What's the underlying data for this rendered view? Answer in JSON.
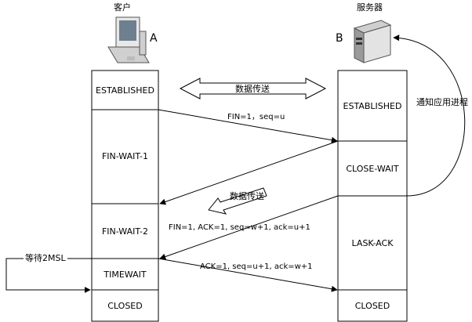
{
  "client": {
    "caption": "客户",
    "letter": "A",
    "states": [
      "ESTABLISHED",
      "FIN-WAIT-1",
      "FIN-WAIT-2",
      "TIMEWAIT",
      "CLOSED"
    ]
  },
  "server": {
    "caption": "服务器",
    "letter": "B",
    "states": [
      "ESTABLISHED",
      "CLOSE-WAIT",
      "LASK-ACK",
      "CLOSED"
    ]
  },
  "data_transfer_label": "数据传送",
  "data_transfer_label_2": "数据传送",
  "notify_label": "通知应用进程",
  "wait_label": "等待2MSL",
  "messages": {
    "fin1": "FIN=1，seq=u",
    "fin2": "FIN=1, ACK=1, seq=w+1, ack=u+1",
    "ack": "ACK=1, seq=u+1, ack=w+1"
  }
}
